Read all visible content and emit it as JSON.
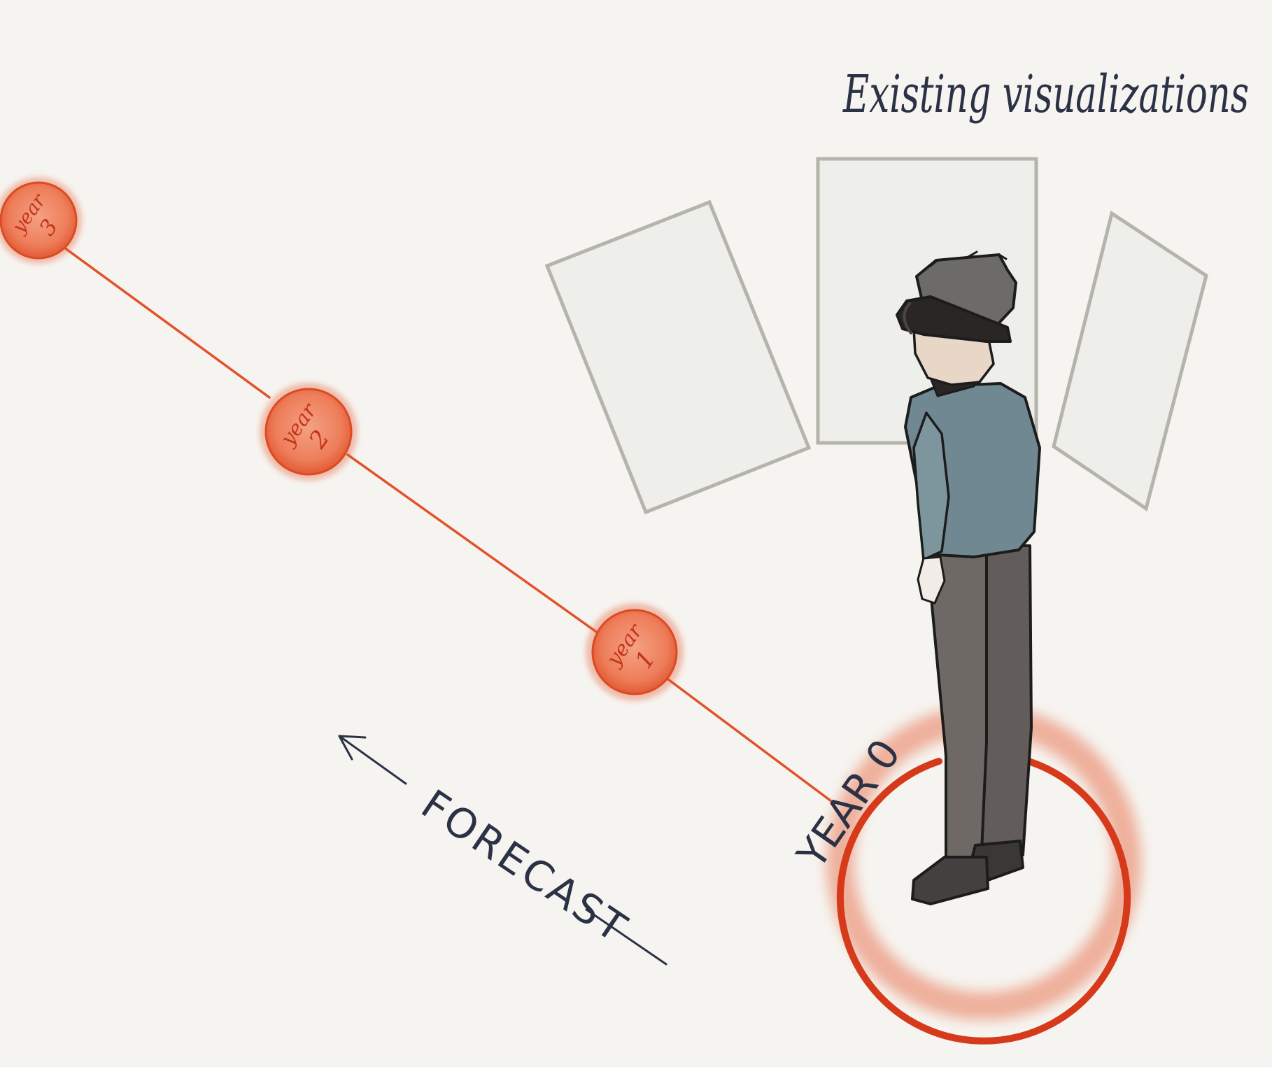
{
  "title": "Existing visualizations",
  "forecast_label": "FORECAST",
  "year_markers": [
    {
      "word": "year",
      "number": "3"
    },
    {
      "word": "year",
      "number": "2"
    },
    {
      "word": "year",
      "number": "1"
    }
  ],
  "origin_label": "YEAR 0",
  "colors": {
    "background": "#f6f4f0",
    "forecast_orange": "#e2522b",
    "ring_red": "#d63a1a",
    "ink": "#2b3245",
    "panel_fill": "#eeeeea",
    "panel_stroke": "#b5b3aa",
    "shirt": "#6f8891",
    "pants": "#6a6462",
    "hair": "#6d6a6a",
    "headset": "#2a2626",
    "skin": "#e8d6c6"
  },
  "figure_icon": "person-with-vr-headset-icon"
}
